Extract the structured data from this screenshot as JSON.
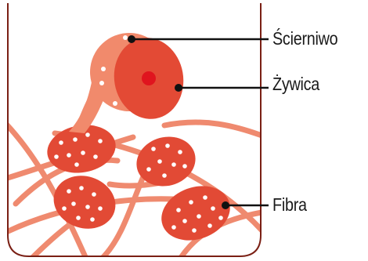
{
  "labels": {
    "abrasive": "Ścierniwo",
    "resin": "Żywica",
    "fiber": "Fibra"
  },
  "colors": {
    "frame": "#7a1f14",
    "fiber_strand": "#ef8a6f",
    "resin_light": "#f18a6c",
    "resin_dark": "#e34a35",
    "abrasive_core": "#e0141e",
    "fiber_bundle": "#e24a35",
    "grain": "#ffffff",
    "leader_line": "#111111"
  }
}
